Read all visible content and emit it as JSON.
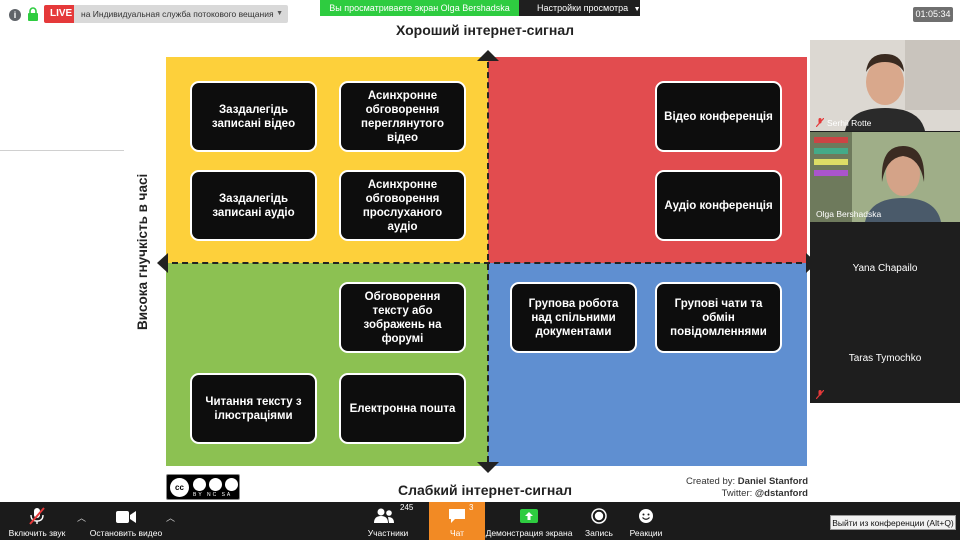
{
  "topbar": {
    "info_icon": "info-icon",
    "lock_icon": "lock-icon",
    "live_label": "LIVE",
    "stream_text": "на Индивидуальная служба потокового вещания",
    "share_banner": "Вы просматриваете экран Olga Bershadska",
    "view_options": "Настройки просмотра",
    "timer": "01:05:34"
  },
  "slide": {
    "top_label": "Хороший інтернет-сигнал",
    "bottom_label": "Слабкий інтернет-сигнал",
    "left_label": "Висока гнучкість в часі",
    "quadrant_colors": {
      "top_left": "#fdd03b",
      "top_right": "#e24c4f",
      "bottom_left": "#8cc152",
      "bottom_right": "#5f8fd1"
    },
    "cards": {
      "prerecorded_video": "Заздалегідь записані відео",
      "async_video_discussion": "Асинхронне обговорення переглянутого відео",
      "prerecorded_audio": "Заздалегідь записані аудіо",
      "async_audio_discussion": "Асинхронне обговорення прослуханого аудіо",
      "video_conference": "Відео конференція",
      "audio_conference": "Аудіо конференція",
      "forum_discussion": "Обговорення тексту або зображень на форумі",
      "illustrated_text": "Читання тексту з ілюстраціями",
      "email": "Електронна пошта",
      "shared_docs": "Групова робота над спільними документами",
      "group_chats": "Групові чати та обмін повідомленнями"
    },
    "license_tags": "BY NC SA",
    "credit_prefix": "Created by:",
    "credit_name": "Daniel Stanford",
    "twitter_prefix": "Twitter:",
    "twitter_handle": "@dstanford"
  },
  "participants": [
    {
      "name": "Serhii Rotte",
      "muted": true
    },
    {
      "name": "Olga Bershadska",
      "muted": false
    },
    {
      "name": "Yana Chapailo"
    },
    {
      "name": "Taras Tymochko"
    }
  ],
  "toolbar": {
    "mute": "Включить звук",
    "video": "Остановить видео",
    "participants": "Участники",
    "participants_count": "245",
    "chat": "Чат",
    "chat_count": "3",
    "share": "Демонстрация экрана",
    "record": "Запись",
    "reactions": "Реакции",
    "exit_tooltip": "Выйти из конференции (Alt+Q)"
  },
  "colors": {
    "accent_chat": "#f28a24",
    "share_green": "#2ecc40",
    "live_red": "#e5393a"
  }
}
